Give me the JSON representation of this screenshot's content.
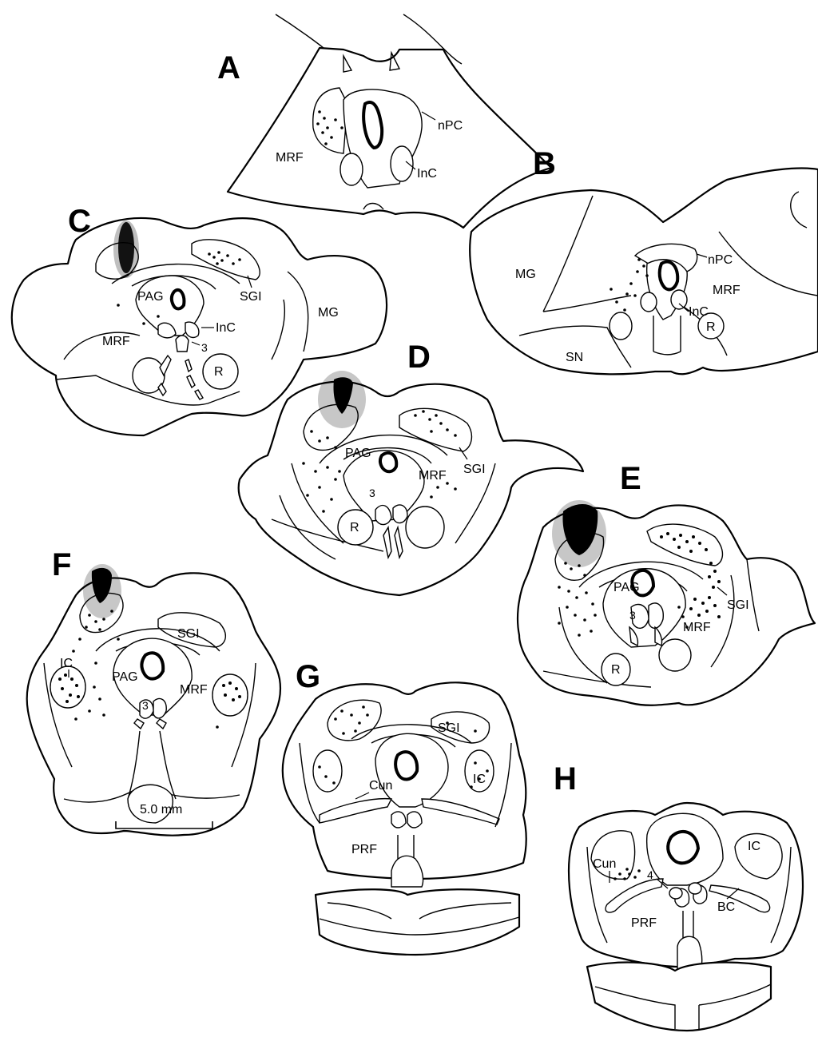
{
  "panels": {
    "A": {
      "letter": "A",
      "labels": {
        "nPC": "nPC",
        "InC": "InC",
        "MRF": "MRF"
      }
    },
    "B": {
      "letter": "B",
      "labels": {
        "nPC": "nPC",
        "MRF": "MRF",
        "InC": "InC",
        "R": "R",
        "MG": "MG",
        "SN": "SN"
      }
    },
    "C": {
      "letter": "C",
      "labels": {
        "PAG": "PAG",
        "SGI": "SGI",
        "InC": "InC",
        "MRF": "MRF",
        "MG": "MG",
        "three": "3",
        "R": "R"
      }
    },
    "D": {
      "letter": "D",
      "labels": {
        "PAG": "PAG",
        "SGI": "SGI",
        "MRF": "MRF",
        "three": "3",
        "R": "R"
      }
    },
    "E": {
      "letter": "E",
      "labels": {
        "PAG": "PAG",
        "SGI": "SGI",
        "MRF": "MRF",
        "three": "3",
        "R": "R"
      }
    },
    "F": {
      "letter": "F",
      "labels": {
        "SGI": "SGI",
        "IC": "IC",
        "PAG": "PAG",
        "MRF": "MRF",
        "three": "3"
      }
    },
    "G": {
      "letter": "G",
      "labels": {
        "SGI": "SGI",
        "IC": "IC",
        "Cun": "Cun",
        "PRF": "PRF"
      }
    },
    "H": {
      "letter": "H",
      "labels": {
        "IC": "IC",
        "Cun": "Cun",
        "four": "4",
        "BC": "BC",
        "PRF": "PRF"
      }
    }
  },
  "scale_bar": {
    "label": "5.0 mm"
  }
}
